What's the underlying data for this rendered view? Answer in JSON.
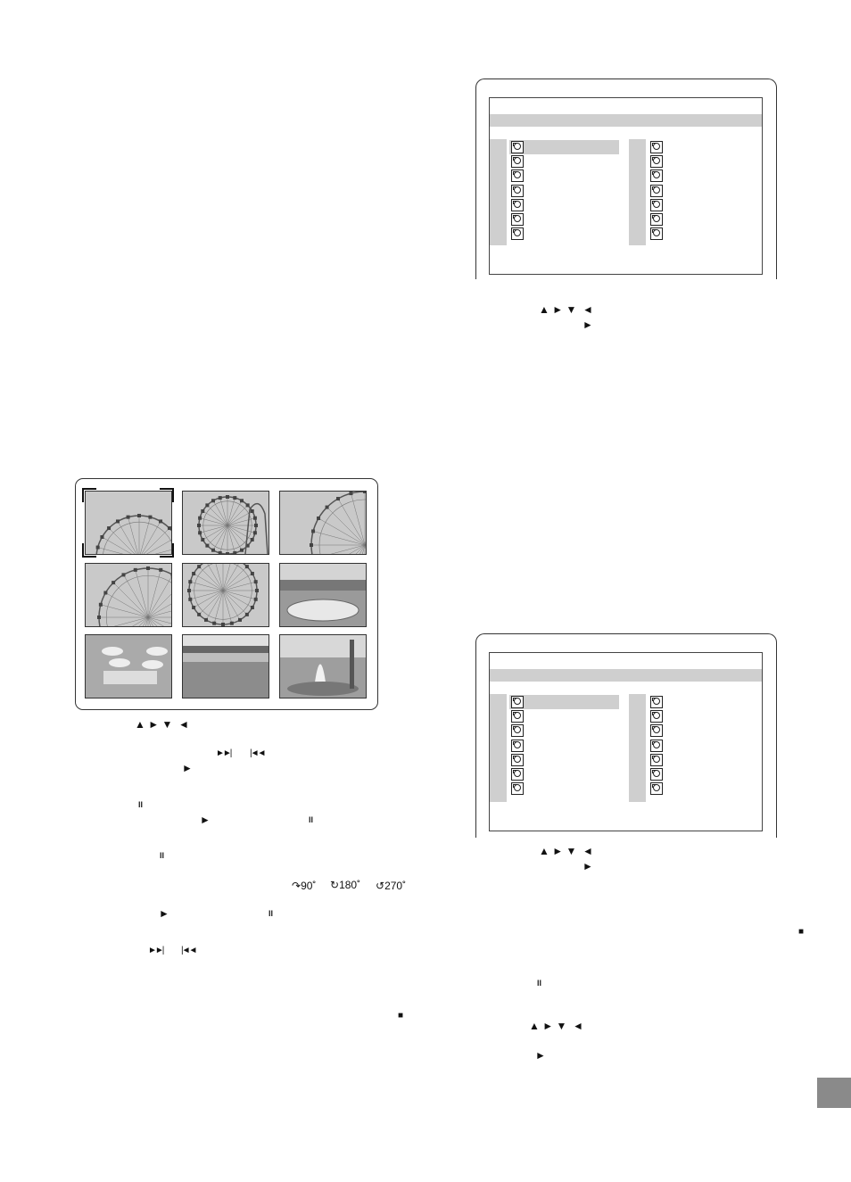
{
  "symbols": {
    "up": "▲",
    "right": "►",
    "down": "▼",
    "left": "◄",
    "pause": "ll",
    "stop": "■",
    "next": "►►|",
    "prev": "|◄◄",
    "rotate_90": "90˚",
    "rotate_180": "180˚",
    "rotate_270": "270˚"
  },
  "menu_screen_top": {
    "left_icons": [
      "image-file-icon",
      "image-file-icon",
      "image-file-icon",
      "image-file-icon",
      "image-file-icon",
      "image-file-icon",
      "image-file-icon"
    ],
    "right_icons": [
      "image-file-icon",
      "image-file-icon",
      "image-file-icon",
      "image-file-icon",
      "image-file-icon",
      "image-file-icon",
      "image-file-icon"
    ]
  },
  "menu_screen_bottom": {
    "left_icons": [
      "image-file-icon",
      "image-file-icon",
      "image-file-icon",
      "image-file-icon",
      "image-file-icon",
      "image-file-icon",
      "image-file-icon"
    ],
    "right_icons": [
      "image-file-icon",
      "image-file-icon",
      "image-file-icon",
      "image-file-icon",
      "image-file-icon",
      "image-file-icon",
      "image-file-icon"
    ]
  },
  "thumbnails": [
    "ferris-wheel",
    "ferris-wheel-coaster",
    "ferris-wheel",
    "ferris-wheel",
    "ferris-wheel",
    "flower-garden",
    "umbrellas",
    "flower-field",
    "fountain"
  ],
  "colors": {
    "menu_highlight": "#cfcfcf",
    "page_tab": "#8a8a8a"
  }
}
